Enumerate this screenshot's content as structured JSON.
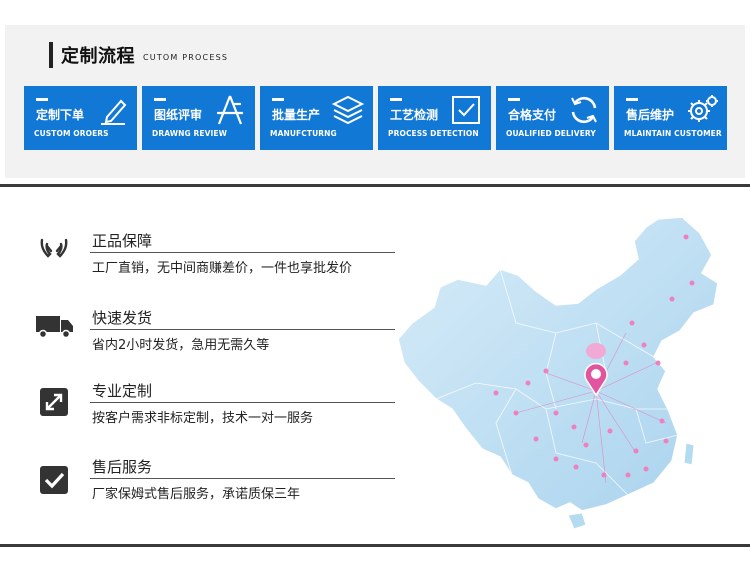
{
  "process": {
    "title_cn": "定制流程",
    "title_en": "CUTOM  PROCESS",
    "steps": [
      {
        "cn": "定制下单",
        "en": "CUSTOM  OROERS",
        "icon": "pen-icon"
      },
      {
        "cn": "图纸评审",
        "en": "DRAWNG REVIEW",
        "icon": "drafting-tools-icon"
      },
      {
        "cn": "批量生产",
        "en": "MANUFCTURNG",
        "icon": "layers-icon"
      },
      {
        "cn": "工艺检测",
        "en": "PROCESS DETECTION",
        "icon": "check-box-icon"
      },
      {
        "cn": "合格支付",
        "en": "OUALIFIED DELIVERY",
        "icon": "refresh-icon"
      },
      {
        "cn": "售后维护",
        "en": "MLAINTAIN CUSTOMER",
        "icon": "gears-icon"
      }
    ],
    "step_color": "#1278d6"
  },
  "features": [
    {
      "title": "正品保障",
      "desc": "工厂直销，无中间商赚差价，一件也享批发价",
      "icon": "hands-icon"
    },
    {
      "title": "快速发货",
      "desc": "省内2小时发货，急用无需久等",
      "icon": "truck-icon"
    },
    {
      "title": "专业定制",
      "desc": "按客户需求非标定制，技术一对一服务",
      "icon": "resize-arrows-icon"
    },
    {
      "title": "售后服务",
      "desc": "厂家保姆式售后服务，承诺质保三年",
      "icon": "checkmark-icon"
    }
  ],
  "map": {
    "icon": "china-map-icon",
    "land_color": "#bfe0f3",
    "pin_color": "#f07fc0"
  }
}
